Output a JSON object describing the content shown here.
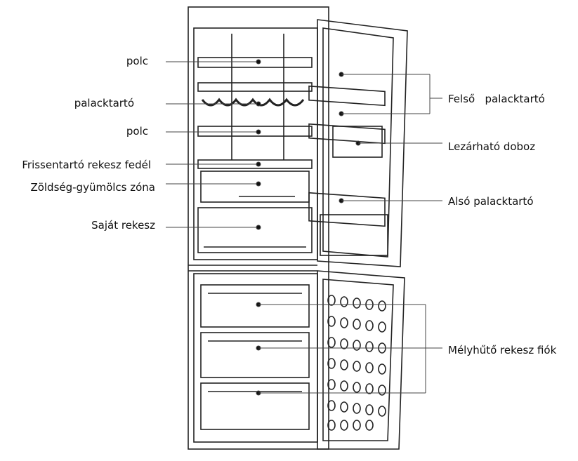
{
  "labels_left": [
    {
      "id": "polc-top",
      "text": "polc"
    },
    {
      "id": "palacktarto",
      "text": "palacktartó"
    },
    {
      "id": "polc-mid",
      "text": "polc"
    },
    {
      "id": "frissentarto",
      "text": "Frissentartó rekesz fedél"
    },
    {
      "id": "zoldseg",
      "text": "Zöldség-gyümölcs zóna"
    },
    {
      "id": "sajat",
      "text": "Saját rekesz"
    }
  ],
  "labels_right": [
    {
      "id": "felso",
      "text": "Felső   palacktartó"
    },
    {
      "id": "lezarhato",
      "text": "Lezárható doboz"
    },
    {
      "id": "also",
      "text": "Alsó palacktartó"
    },
    {
      "id": "melyhuto",
      "text": "Mélyhűtő rekesz fiók"
    }
  ]
}
